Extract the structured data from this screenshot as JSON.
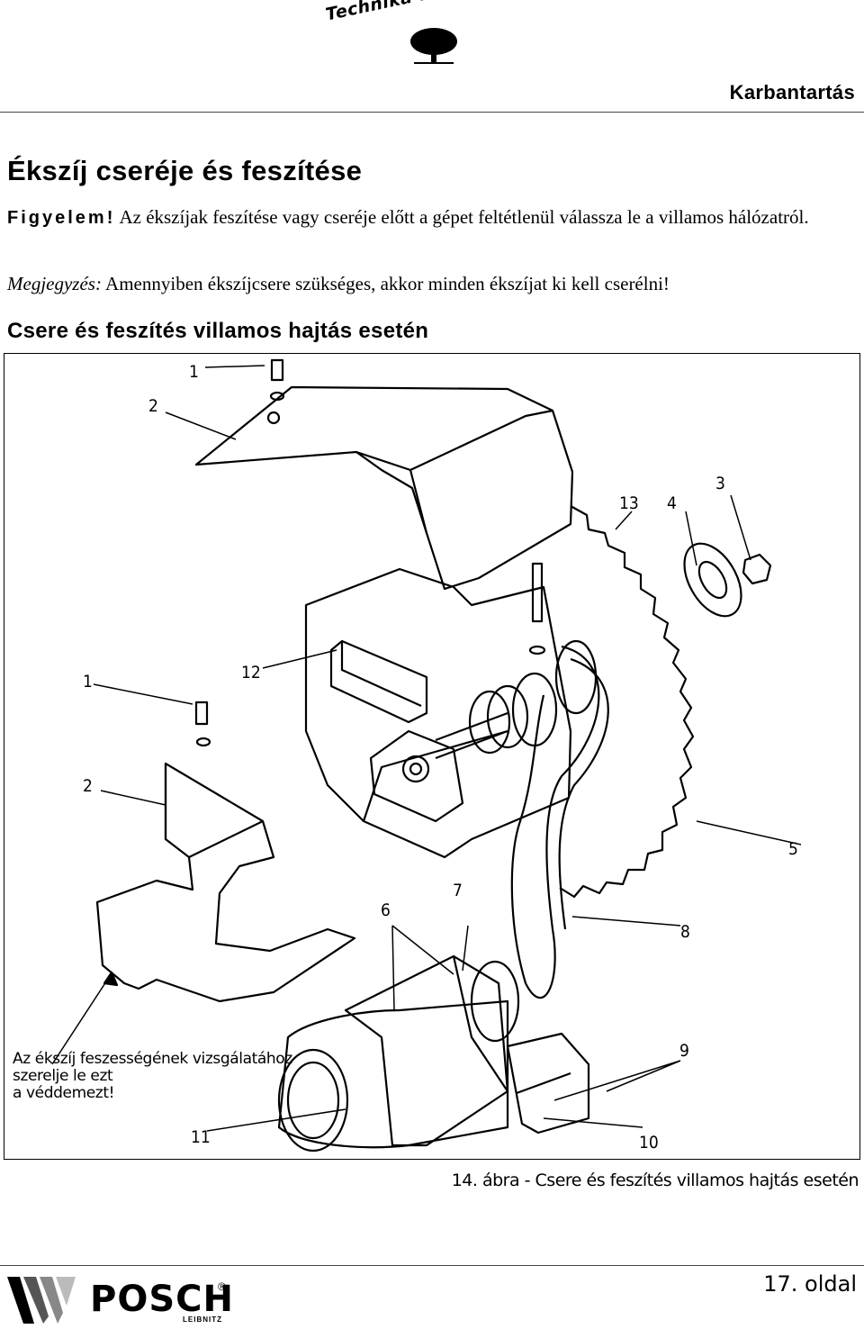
{
  "header": {
    "tagline": "Technika a környezetünkért",
    "section_title": "Karbantartás"
  },
  "content": {
    "title": "Ékszíj cseréje és feszítése",
    "warning_label": "Figyelem!",
    "warning_text": "Az ékszíjak feszítése vagy cseréje előtt a gépet feltétlenül válassza le a villamos hálózatról.",
    "note_label": "Megjegyzés:",
    "note_text": "Amennyiben ékszíjcsere szükséges, akkor minden ékszíjat ki kell cserélni!",
    "subtitle": "Csere és feszítés villamos hajtás esetén"
  },
  "figure": {
    "callouts": [
      "1",
      "2",
      "13",
      "4",
      "3",
      "1",
      "12",
      "2",
      "5",
      "7",
      "6",
      "8",
      "9",
      "11",
      "10"
    ],
    "remove_note": [
      "Az ékszíj feszességének vizsgálatához",
      "szerelje le ezt",
      "a véddemezt!"
    ],
    "caption": "14. ábra - Csere és feszítés villamos hajtás esetén"
  },
  "footer": {
    "logo": "POSCH",
    "logo_sub": "LEIBNITZ",
    "page": "17. oldal"
  }
}
